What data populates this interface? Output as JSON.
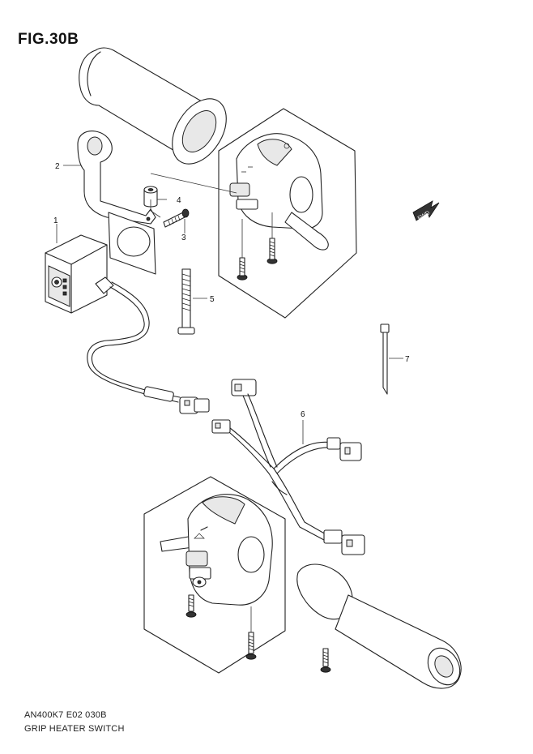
{
  "figure": {
    "title": "FIG.30B",
    "code": "AN400K7 E02  030B",
    "caption": "GRIP HEATER SWITCH",
    "fwd_label": "FWD"
  },
  "callouts": [
    {
      "id": "1",
      "label": "1"
    },
    {
      "id": "2",
      "label": "2"
    },
    {
      "id": "3",
      "label": "3"
    },
    {
      "id": "4",
      "label": "4"
    },
    {
      "id": "5",
      "label": "5"
    },
    {
      "id": "6",
      "label": "6"
    },
    {
      "id": "7",
      "label": "7"
    }
  ]
}
